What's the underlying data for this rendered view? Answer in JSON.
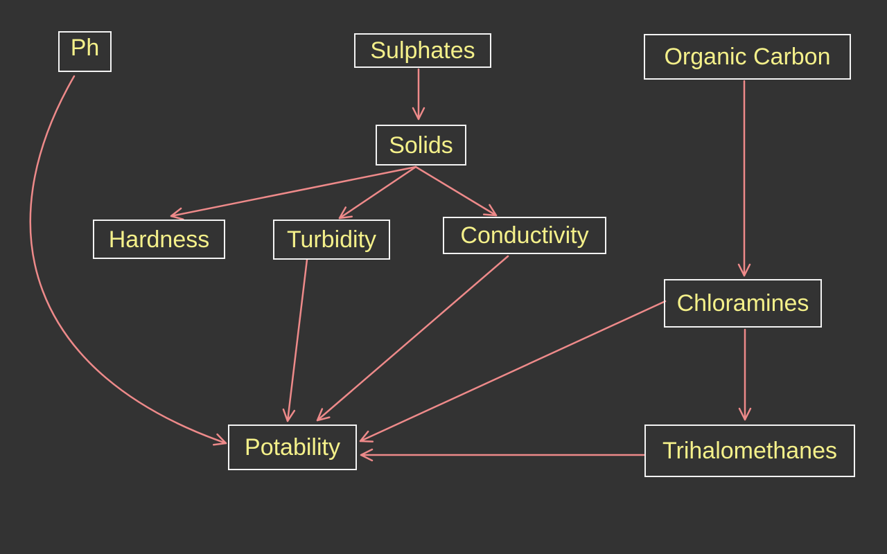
{
  "nodes": {
    "ph": "Ph",
    "sulphates": "Sulphates",
    "organic_carbon": "Organic Carbon",
    "solids": "Solids",
    "hardness": "Hardness",
    "turbidity": "Turbidity",
    "conductivity": "Conductivity",
    "chloramines": "Chloramines",
    "potability": "Potability",
    "trihalomethanes": "Trihalomethanes"
  },
  "colors": {
    "background": "#333333",
    "box_border": "#f4f4f4",
    "label_text": "#f4f08a",
    "arrow": "#ee8a8a"
  }
}
